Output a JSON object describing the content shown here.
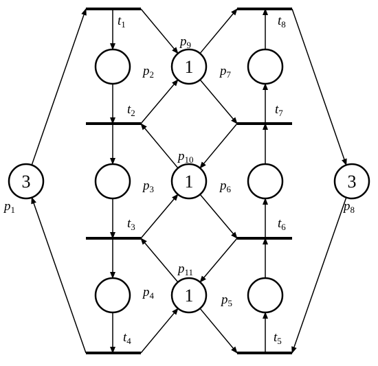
{
  "places": [
    {
      "id": "p1",
      "name": "p",
      "index": "1",
      "tokens": "3"
    },
    {
      "id": "p2",
      "name": "p",
      "index": "2",
      "tokens": ""
    },
    {
      "id": "p3",
      "name": "p",
      "index": "3",
      "tokens": ""
    },
    {
      "id": "p4",
      "name": "p",
      "index": "4",
      "tokens": ""
    },
    {
      "id": "p5",
      "name": "p",
      "index": "5",
      "tokens": ""
    },
    {
      "id": "p6",
      "name": "p",
      "index": "6",
      "tokens": ""
    },
    {
      "id": "p7",
      "name": "p",
      "index": "7",
      "tokens": ""
    },
    {
      "id": "p8",
      "name": "p",
      "index": "8",
      "tokens": "3"
    },
    {
      "id": "p9",
      "name": "p",
      "index": "9",
      "tokens": "1"
    },
    {
      "id": "p10",
      "name": "p",
      "index": "10",
      "tokens": "1"
    },
    {
      "id": "p11",
      "name": "p",
      "index": "11",
      "tokens": "1"
    }
  ],
  "transitions": [
    {
      "id": "t1",
      "name": "t",
      "index": "1"
    },
    {
      "id": "t2",
      "name": "t",
      "index": "2"
    },
    {
      "id": "t3",
      "name": "t",
      "index": "3"
    },
    {
      "id": "t4",
      "name": "t",
      "index": "4"
    },
    {
      "id": "t5",
      "name": "t",
      "index": "5"
    },
    {
      "id": "t6",
      "name": "t",
      "index": "6"
    },
    {
      "id": "t7",
      "name": "t",
      "index": "7"
    },
    {
      "id": "t8",
      "name": "t",
      "index": "8"
    }
  ],
  "arcs": [
    [
      "p1",
      "t1"
    ],
    [
      "t4",
      "p1"
    ],
    [
      "t1",
      "p2"
    ],
    [
      "p2",
      "t2"
    ],
    [
      "t2",
      "p3"
    ],
    [
      "p3",
      "t3"
    ],
    [
      "t3",
      "p4"
    ],
    [
      "p4",
      "t4"
    ],
    [
      "p8",
      "t5"
    ],
    [
      "t8",
      "p8"
    ],
    [
      "t5",
      "p5"
    ],
    [
      "p5",
      "t6"
    ],
    [
      "t6",
      "p6"
    ],
    [
      "p6",
      "t7"
    ],
    [
      "t7",
      "p7"
    ],
    [
      "p7",
      "t8"
    ],
    [
      "p9",
      "t8"
    ],
    [
      "p9",
      "t7"
    ],
    [
      "t2",
      "p9"
    ],
    [
      "t1",
      "p9"
    ],
    [
      "p10",
      "t2"
    ],
    [
      "p10",
      "t6"
    ],
    [
      "t7",
      "p10"
    ],
    [
      "t3",
      "p10"
    ],
    [
      "p11",
      "t3"
    ],
    [
      "p11",
      "t5"
    ],
    [
      "t6",
      "p11"
    ],
    [
      "t4",
      "p11"
    ]
  ]
}
